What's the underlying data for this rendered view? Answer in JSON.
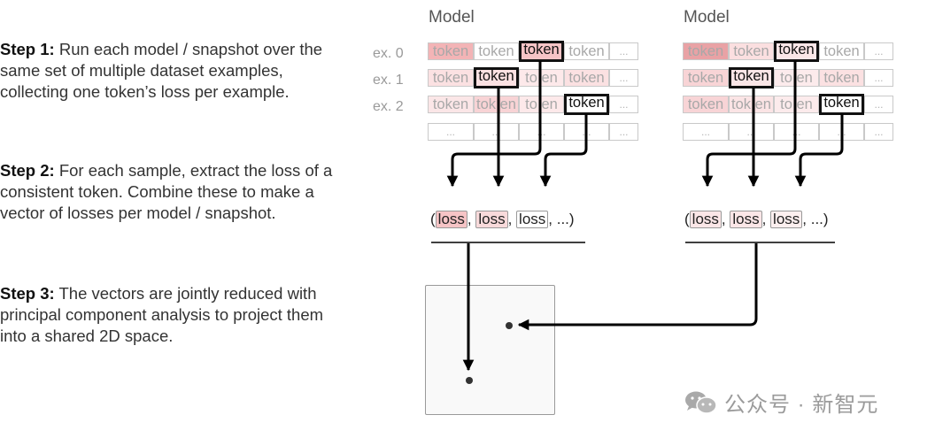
{
  "steps": [
    {
      "label": "Step 1:",
      "text": " Run each model / snapshot over the same set of multiple dataset examples, collecting one token’s loss per example."
    },
    {
      "label": "Step 2:",
      "text": " For each sample, extract the loss of a consistent token. Combine these to make a vector of losses per model / snapshot."
    },
    {
      "label": "Step 3:",
      "text": " The vectors are jointly reduced with principal component analysis to project them into a shared 2D space."
    }
  ],
  "example_labels": [
    "ex. 0",
    "ex. 1",
    "ex. 2"
  ],
  "colors": {
    "loss_high": "#f3b3b5",
    "loss_mid": "#f7cfd0",
    "loss_low": "#fbe3e4",
    "loss_none": "#ffffff",
    "loss_high_b": "#e8a3a6",
    "highlight_border": "#111111"
  },
  "models": [
    {
      "title": "Model",
      "grid": [
        [
          {
            "t": "token",
            "fill": "#f3b4b6"
          },
          {
            "t": "token",
            "fill": "#ffffff"
          },
          {
            "t": "token",
            "fill": "#f6c4c6",
            "hl": true
          },
          {
            "t": "token",
            "fill": "#ffffff"
          },
          {
            "t": "...",
            "fill": "#ffffff",
            "dots": true
          }
        ],
        [
          {
            "t": "token",
            "fill": "#fbe1e2"
          },
          {
            "t": "token",
            "fill": "#fbe1e2",
            "hl": true
          },
          {
            "t": "to en",
            "fill": "#fde9ea"
          },
          {
            "t": "token",
            "fill": "#fbe1e2"
          },
          {
            "t": "...",
            "fill": "#ffffff",
            "dots": true
          }
        ],
        [
          {
            "t": "token",
            "fill": "#fbe6e7"
          },
          {
            "t": "tok en",
            "fill": "#f8d3d5"
          },
          {
            "t": "to en",
            "fill": "#fde9ea"
          },
          {
            "t": "token",
            "fill": "#ffffff",
            "hl": true
          },
          {
            "t": "...",
            "fill": "#ffffff",
            "dots": true
          }
        ],
        [
          {
            "t": "...",
            "fill": "#ffffff",
            "dots": true
          },
          {
            "t": "...",
            "fill": "#ffffff",
            "dots": true
          },
          {
            "t": "...",
            "fill": "#ffffff",
            "dots": true
          },
          {
            "t": "...",
            "fill": "#ffffff",
            "dots": true
          },
          {
            "t": "...",
            "fill": "#ffffff",
            "dots": true
          }
        ]
      ],
      "vector": {
        "open": "(",
        "items": [
          {
            "t": "loss",
            "fill": "#f6c4c6"
          },
          {
            "t": "loss",
            "fill": "#f8dadb"
          },
          {
            "t": "loss",
            "fill": "#ffffff"
          }
        ],
        "sep": ",",
        "tail": ", ...)"
      }
    },
    {
      "title": "Model",
      "grid": [
        [
          {
            "t": "token",
            "fill": "#e9a2a5"
          },
          {
            "t": "token",
            "fill": "#fbdfe0"
          },
          {
            "t": "token",
            "fill": "#fbe6e7",
            "hl": true
          },
          {
            "t": "token",
            "fill": "#ffffff"
          },
          {
            "t": "...",
            "fill": "#ffffff",
            "dots": true
          }
        ],
        [
          {
            "t": "token",
            "fill": "#f8d4d6"
          },
          {
            "t": "token",
            "fill": "#fbe6e7",
            "hl": true
          },
          {
            "t": "to en",
            "fill": "#fcebec"
          },
          {
            "t": "token",
            "fill": "#fbe1e2"
          },
          {
            "t": "...",
            "fill": "#ffffff",
            "dots": true
          }
        ],
        [
          {
            "t": "token",
            "fill": "#f8d4d6"
          },
          {
            "t": "tok en",
            "fill": "#fbe4e5"
          },
          {
            "t": "to en",
            "fill": "#fcebec"
          },
          {
            "t": "token",
            "fill": "#ffffff",
            "hl": true
          },
          {
            "t": "...",
            "fill": "#ffffff",
            "dots": true
          }
        ],
        [
          {
            "t": "...",
            "fill": "#ffffff",
            "dots": true
          },
          {
            "t": "...",
            "fill": "#ffffff",
            "dots": true
          },
          {
            "t": "...",
            "fill": "#ffffff",
            "dots": true
          },
          {
            "t": "...",
            "fill": "#ffffff",
            "dots": true
          },
          {
            "t": "...",
            "fill": "#ffffff",
            "dots": true
          }
        ]
      ],
      "vector": {
        "open": "(",
        "items": [
          {
            "t": "loss",
            "fill": "#fbe6e7"
          },
          {
            "t": "loss",
            "fill": "#fbe6e7"
          },
          {
            "t": "loss",
            "fill": "#fcefef"
          }
        ],
        "sep": ",",
        "tail": ", ...)"
      }
    }
  ],
  "watermark": {
    "icon": "wechat-icon",
    "text": "公众号 · 新智元"
  }
}
